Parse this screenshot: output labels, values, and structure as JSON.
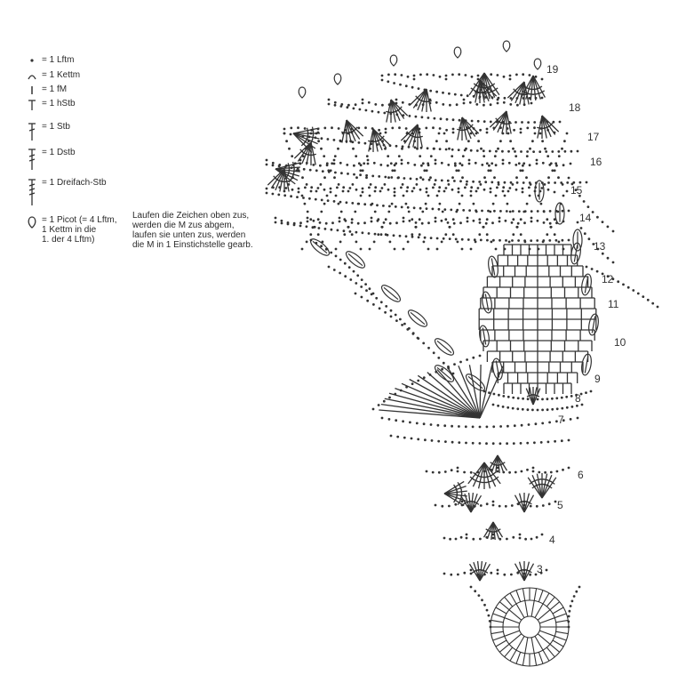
{
  "legend": {
    "items": [
      {
        "symbol": "chain-dot-icon",
        "label": "= 1 Lftm"
      },
      {
        "symbol": "slip-stitch-arc-icon",
        "label": "= 1 Kettm"
      },
      {
        "symbol": "single-crochet-bar-icon",
        "label": "= 1 fM"
      },
      {
        "symbol": "half-double-crochet-icon",
        "label": "= 1 hStb"
      },
      {
        "symbol": "double-crochet-icon",
        "label": "= 1 Stb"
      },
      {
        "symbol": "treble-crochet-icon",
        "label": "= 1 Dstb"
      },
      {
        "symbol": "triple-treble-crochet-icon",
        "label": "= 1 Dreifach-Stb"
      },
      {
        "symbol": "picot-icon",
        "label": "= 1 Picot (= 4 Lftm,\n1 Kettm in die\n1. der 4 Lftm)"
      }
    ]
  },
  "note": {
    "text": "Laufen die Zeichen oben zus,\nwerden die M zus abgem,\nlaufen sie unten zus, werden\ndie M in 1 Einstichstelle gearb."
  },
  "rounds": [
    "3",
    "4",
    "5",
    "6",
    "7",
    "8",
    "9",
    "10",
    "11",
    "12",
    "13",
    "14",
    "15",
    "16",
    "17",
    "18",
    "19"
  ],
  "colors": {
    "ink": "#333333",
    "paper": "#ffffff"
  }
}
